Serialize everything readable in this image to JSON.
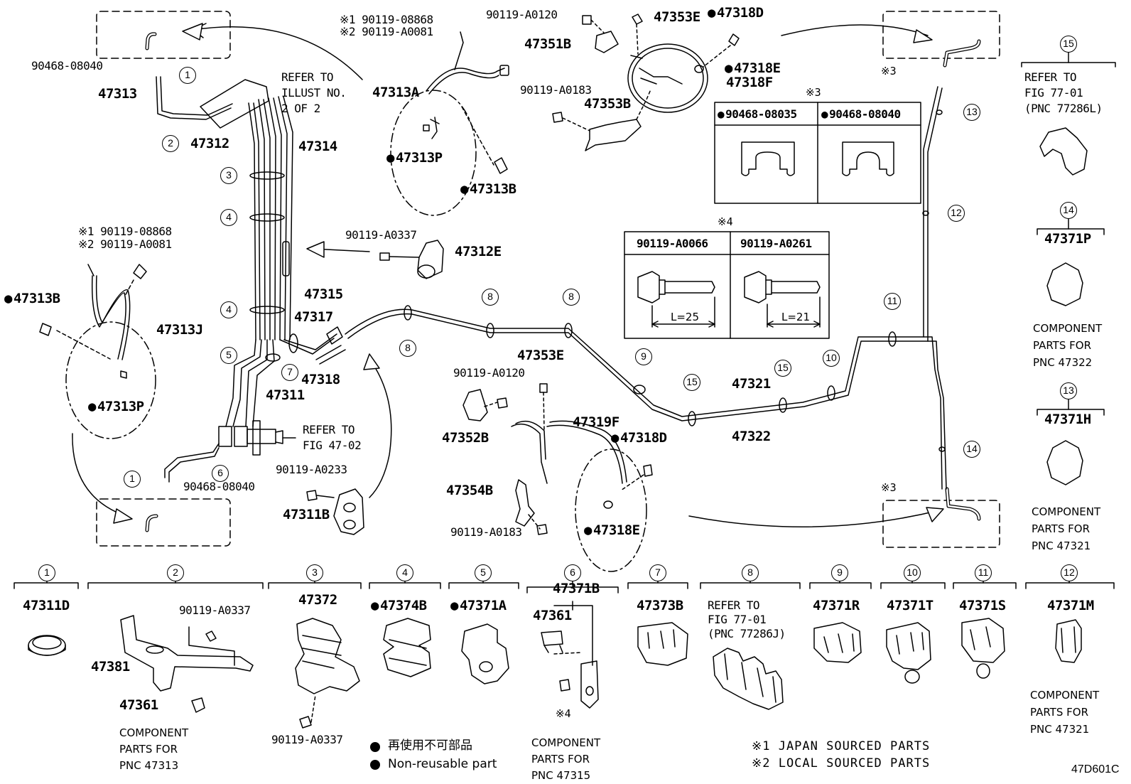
{
  "header": {
    "refer_illust": "REFER TO\nILLUST NO.\n2 OF 2",
    "refer_fig4702": "REFER TO\nFIG 47-02"
  },
  "parts": {
    "p90468_08040_top": "90468-08040",
    "p47313": "47313",
    "p47312": "47312",
    "p47314": "47314",
    "p47315": "47315",
    "p47317": "47317",
    "p47318": "47318",
    "p47311": "47311",
    "p90468_08040_bottom": "90468-08040",
    "p90119_A0233": "90119-A0233",
    "p47311B": "47311B",
    "p47313A": "47313A",
    "p47313P_top": "47313P",
    "p47313B_top": "47313B",
    "top_bolt_1": "※1 90119-08868",
    "top_bolt_2": "※2 90119-A0081",
    "left_bolt_1": "※1 90119-08868",
    "left_bolt_2": "※2 90119-A0081",
    "p47313B_left": "47313B",
    "p47313J": "47313J",
    "p47313P_left": "47313P",
    "p90119_A0337_mid": "90119-A0337",
    "p47312E": "47312E",
    "p90119_A0120_top": "90119-A0120",
    "p47353E_top": "47353E",
    "p47318D_top": "47318D",
    "p47351B": "47351B",
    "p47318E_top": "47318E",
    "p47318F": "47318F",
    "p90119_A0183_top": "90119-A0183",
    "p47353B": "47353B",
    "p47353E_mid": "47353E",
    "p90119_A0120_mid": "90119-A0120",
    "p47352B": "47352B",
    "p47319F": "47319F",
    "p47318D_mid": "47318D",
    "p47354B": "47354B",
    "p90119_A0183_mid": "90119-A0183",
    "p47318E_mid": "47318E",
    "p47321": "47321",
    "p47322": "47322",
    "mark3_top": "※3",
    "mark3_bottom": "※3"
  },
  "clip_table": {
    "mark": "※3",
    "col1": "90468-08035",
    "col2": "90468-08040"
  },
  "bolt_table": {
    "mark": "※4",
    "col1": "90119-A0066",
    "col2": "90119-A0261",
    "len1": "L=25",
    "len2": "L=21"
  },
  "right_column": {
    "c15_refer": "REFER TO\nFIG 77-01\n(PNC 77286L)",
    "c14_part": "47371P",
    "c14_note": "COMPONENT\nPARTS FOR\nPNC 47322",
    "c13_part": "47371H",
    "c13_note": "COMPONENT\nPARTS FOR\nPNC 47321"
  },
  "callout_numbers": [
    "1",
    "2",
    "3",
    "4",
    "5",
    "6",
    "7",
    "8",
    "9",
    "10",
    "11",
    "12",
    "13",
    "14",
    "15"
  ],
  "bottom_row": {
    "b1": "47311D",
    "b2_bolt": "90119-A0337",
    "b2_bracket": "47381",
    "b2_clip": "47361",
    "b2_note": "COMPONENT\nPARTS FOR\nPNC 47313",
    "b3": "47372",
    "b3_bolt": "90119-A0337",
    "b4": "47374B",
    "b5": "47371A",
    "b6": "47371B",
    "b6_clip": "47361",
    "b6_mark": "※4",
    "b6_note": "COMPONENT\nPARTS FOR\nPNC 47315",
    "b7": "47373B",
    "b8_refer": "REFER TO\nFIG 77-01\n(PNC 77286J)",
    "b9": "47371R",
    "b10": "47371T",
    "b11": "47371S",
    "b12": "47371M",
    "b12_note": "COMPONENT\nPARTS FOR\nPNC 47321"
  },
  "legend": {
    "jp": "再使用不可部品",
    "en": "Non-reusable part",
    "note1": "※1 JAPAN SOURCED PARTS",
    "note2": "※2 LOCAL SOURCED PARTS"
  },
  "diagram_code": "47D601C"
}
